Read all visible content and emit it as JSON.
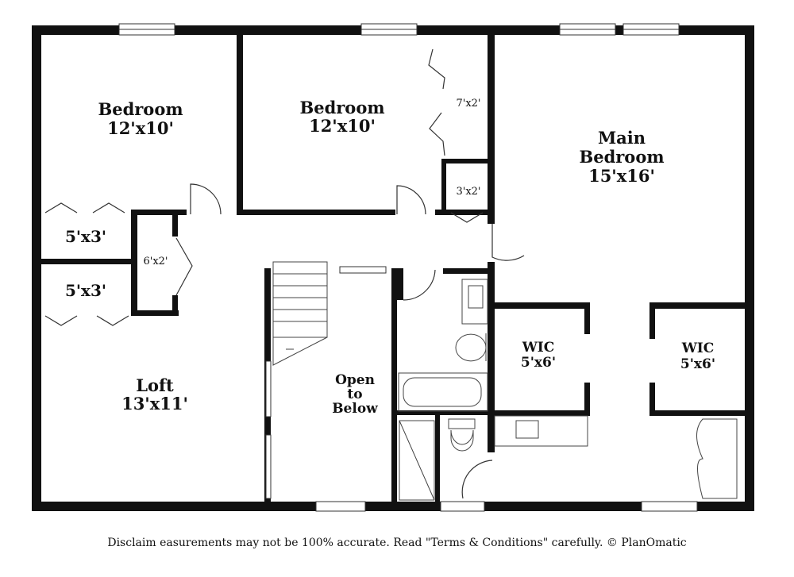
{
  "rooms": {
    "bedroom_left": {
      "name": "Bedroom",
      "dims": "12'x10'"
    },
    "bedroom_center": {
      "name": "Bedroom",
      "dims": "12'x10'"
    },
    "main_bedroom": {
      "name_line1": "Main",
      "name_line2": "Bedroom",
      "dims": "15'x16'"
    },
    "closet_7x2": {
      "dims": "7'x2'"
    },
    "closet_3x2": {
      "dims": "3'x2'"
    },
    "closet_6x2": {
      "dims": "6'x2'"
    },
    "closet_5x3_top": {
      "dims": "5'x3'"
    },
    "closet_5x3_bottom": {
      "dims": "5'x3'"
    },
    "loft": {
      "name": "Loft",
      "dims": "13'x11'"
    },
    "open_to_below": {
      "line1": "Open",
      "line2": "to",
      "line3": "Below"
    },
    "wic_left": {
      "name": "WIC",
      "dims": "5'x6'"
    },
    "wic_right": {
      "name": "WIC",
      "dims": "5'x6'"
    }
  },
  "footer": {
    "disclaimer": "Disclaim   easurements may not be 100% accurate. Read \"Terms & Conditions\" carefully. © PlanOmatic"
  }
}
